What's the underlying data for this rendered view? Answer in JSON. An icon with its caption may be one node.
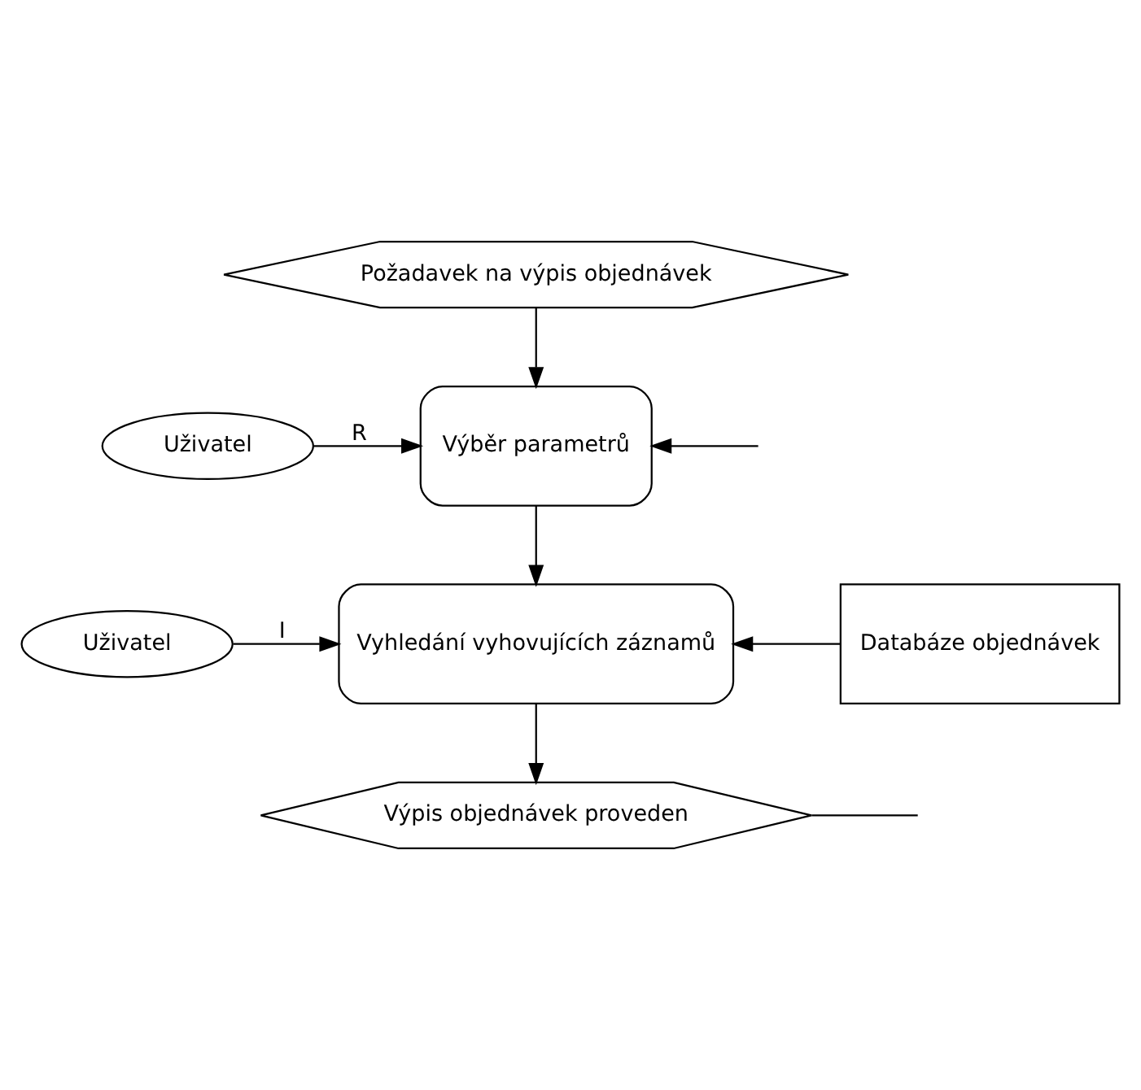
{
  "diagram": {
    "nodes": [
      {
        "text": [
          "Požadavek na výpis objednávek"
        ]
      },
      {
        "text": [
          "Uživatel"
        ]
      },
      {
        "text": [
          "Výběr parametrů"
        ]
      },
      {
        "text": [
          "Uživatel"
        ]
      },
      {
        "text": [
          "Vyhledání vyhovujících záznamů"
        ]
      },
      {
        "text": [
          "Databáze objednávek"
        ]
      },
      {
        "text": [
          "Výpis objednávek proveden"
        ]
      }
    ],
    "edges": [
      {
        "from": 0,
        "to": 2,
        "arrow": "to"
      },
      {
        "from": 1,
        "to": 2,
        "arrow": "to",
        "label": "R"
      },
      {
        "from": null,
        "to": 2,
        "arrow": "to"
      },
      {
        "from": 2,
        "to": 4,
        "arrow": "to"
      },
      {
        "from": 3,
        "to": 4,
        "arrow": "to",
        "label": "I"
      },
      {
        "from": 5,
        "to": 4,
        "arrow": "to"
      },
      {
        "from": 4,
        "to": 6,
        "arrow": "to"
      },
      {
        "from": 6,
        "to": null,
        "arrow": "none"
      }
    ]
  }
}
